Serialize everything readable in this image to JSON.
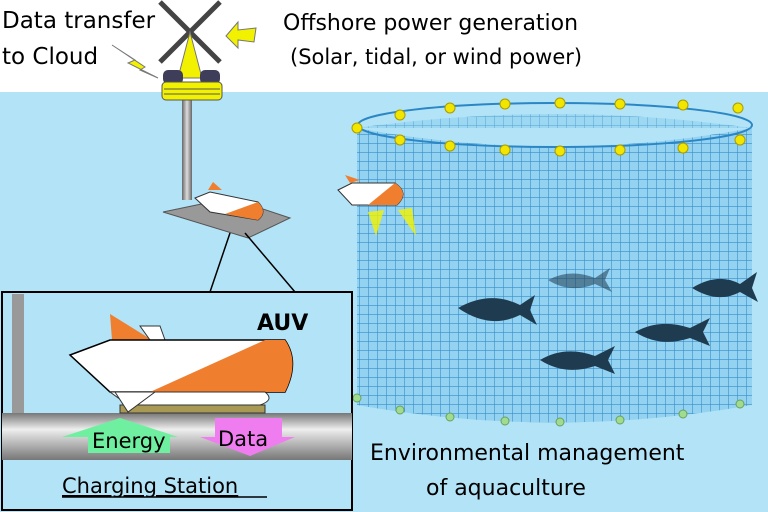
{
  "labels": {
    "data_transfer_line1": "Data transfer",
    "data_transfer_line2": "to Cloud",
    "offshore_line1": "Offshore power generation",
    "offshore_line2": "(Solar, tidal, or wind power)",
    "auv": "AUV",
    "energy": "Energy",
    "data": "Data",
    "charging_station": "Charging Station",
    "env_line1": "Environmental management",
    "env_line2": "of aquaculture"
  },
  "colors": {
    "water": "#b3e3f7",
    "net": "#3a9bd6",
    "auv_orange": "#ef7f2f",
    "buoy_yellow": "#f2e600",
    "fish": "#1f3b50",
    "energy_arrow": "#6ef0a0",
    "data_arrow": "#f07df0"
  }
}
